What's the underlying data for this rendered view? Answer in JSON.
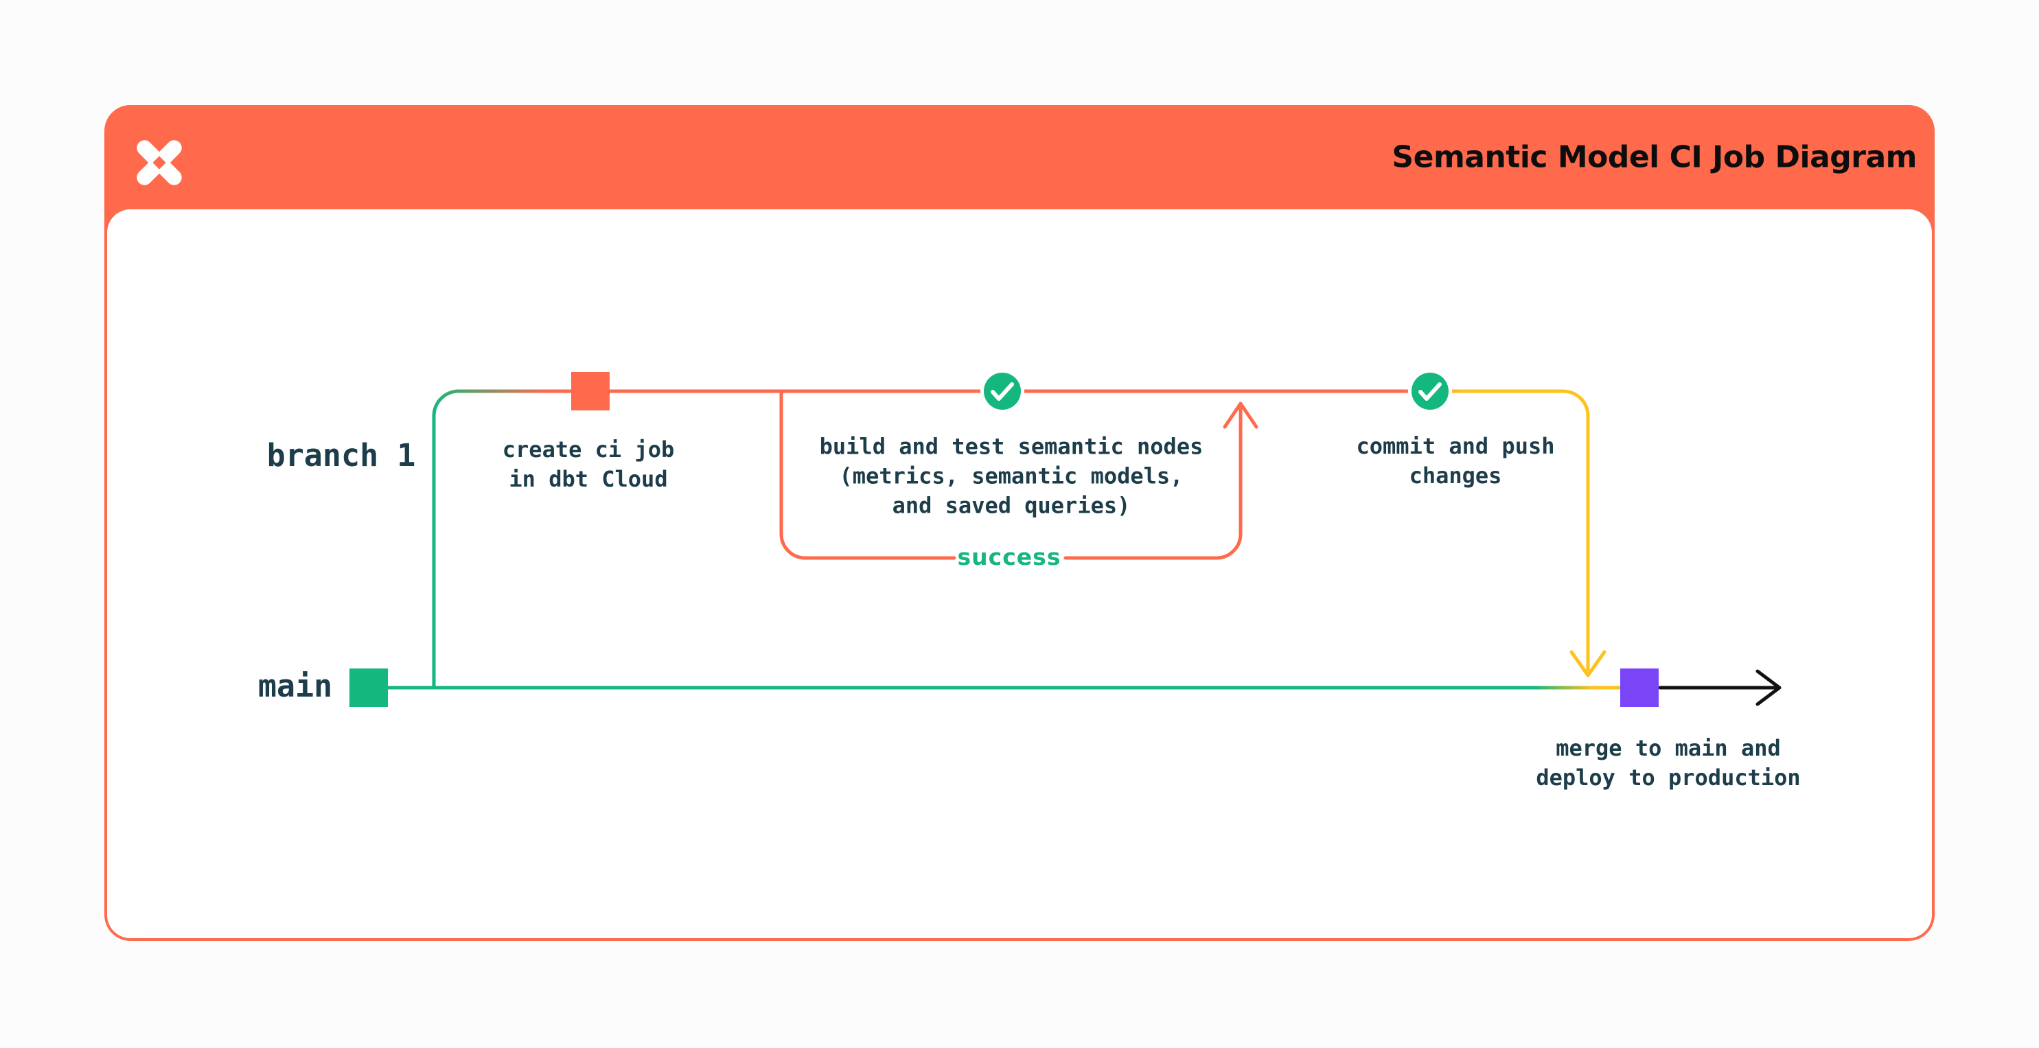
{
  "header": {
    "title": "Semantic Model CI Job Diagram",
    "logo_icon": "dbt-logo",
    "background": "#ff6a4c",
    "title_color": "#0d0d0d"
  },
  "diagram": {
    "branch1": {
      "label": "branch 1"
    },
    "main": {
      "label": "main"
    },
    "nodes": {
      "create": {
        "label": "create ci job\nin dbt Cloud",
        "marker": "orange-square"
      },
      "build": {
        "label": "build and test semantic nodes\n(metrics, semantic models,\nand saved queries)",
        "marker": "check-circle-icon"
      },
      "commit": {
        "label": "commit and push\nchanges",
        "marker": "check-circle-icon"
      },
      "merge": {
        "label": "merge to main and\ndeploy to production",
        "marker": "purple-square"
      }
    },
    "loop": {
      "label": "success"
    },
    "colors": {
      "orange": "#ff6a4c",
      "green": "#14b77d",
      "yellow": "#fdc21e",
      "purple": "#7a45f7",
      "text": "#1c3d49",
      "arrow_black": "#111111"
    }
  }
}
